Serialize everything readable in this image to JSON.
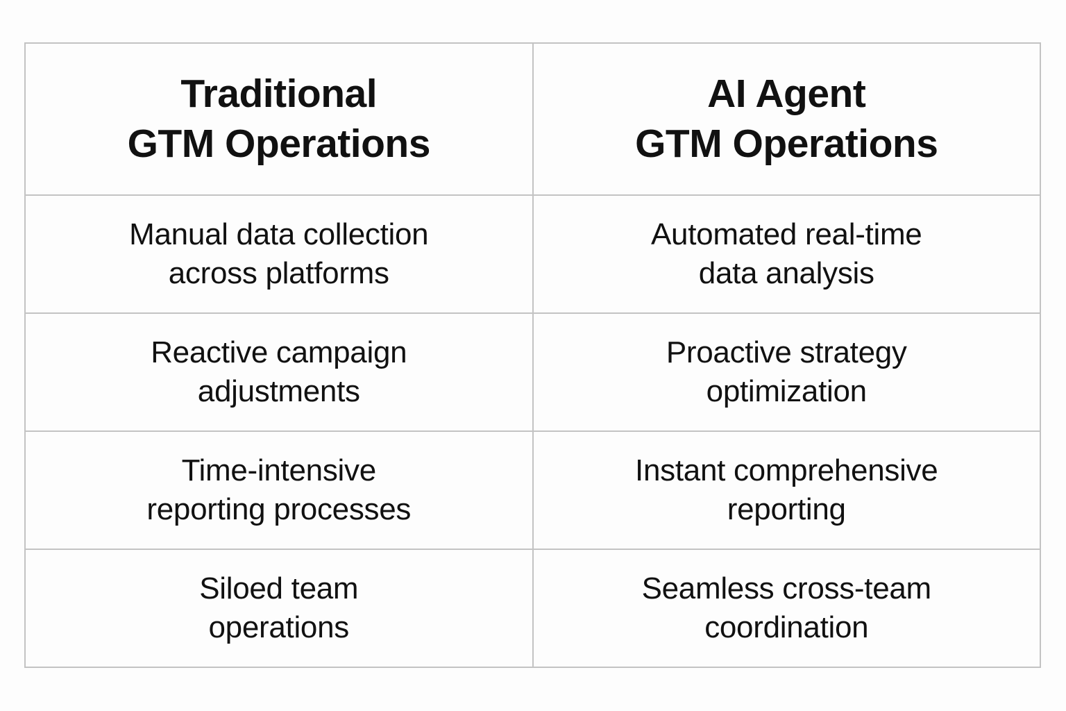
{
  "table": {
    "headers": {
      "traditional": "Traditional\nGTM Operations",
      "ai_agent": "AI Agent\nGTM Operations"
    },
    "rows": [
      {
        "traditional": "Manual data collection\nacross platforms",
        "ai_agent": "Automated real-time\ndata analysis"
      },
      {
        "traditional": "Reactive campaign\nadjustments",
        "ai_agent": "Proactive strategy\noptimization"
      },
      {
        "traditional": "Time-intensive\nreporting processes",
        "ai_agent": "Instant comprehensive\nreporting"
      },
      {
        "traditional": "Siloed team\noperations",
        "ai_agent": "Seamless cross-team\ncoordination"
      }
    ]
  },
  "colors": {
    "background": "#fdfdfd",
    "border": "#c3c3c3",
    "text": "#111111"
  }
}
